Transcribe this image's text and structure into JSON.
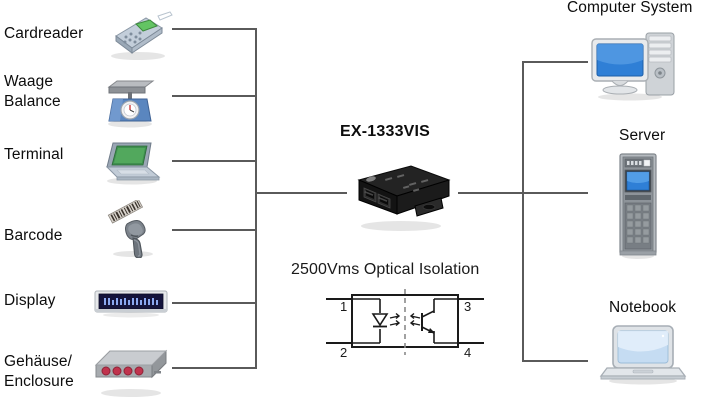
{
  "diagram": {
    "type": "connection-diagram",
    "center_device": {
      "title": "EX-1333VIS",
      "icon": "serial-interface-box-icon"
    },
    "isolation": {
      "title": "2500Vms Optical Isolation",
      "schematic": "optocoupler-icon",
      "pins": [
        "1",
        "2",
        "3",
        "4"
      ],
      "left_component": "led-icon",
      "right_component": "phototransistor-icon",
      "barrier": "dashed-isolation-line"
    },
    "peripherals": [
      {
        "label": "Cardreader",
        "icon": "card-reader-icon"
      },
      {
        "label": "Waage\nBalance",
        "icon": "scale-balance-icon"
      },
      {
        "label": "Terminal",
        "icon": "terminal-laptop-icon"
      },
      {
        "label": "Barcode",
        "icon": "barcode-scanner-icon"
      },
      {
        "label": "Display",
        "icon": "led-display-icon"
      },
      {
        "label": "Gehäuse/\nEnclosure",
        "icon": "enclosure-box-icon"
      }
    ],
    "hosts": [
      {
        "label": "Computer System",
        "icon": "desktop-computer-icon"
      },
      {
        "label": "Server",
        "icon": "server-rack-icon"
      },
      {
        "label": "Notebook",
        "icon": "notebook-laptop-icon"
      }
    ],
    "colors": {
      "line": "#5a5a5a",
      "text": "#0d0d0d",
      "background": "#ffffff",
      "device_body": "#1c1c1c",
      "screen_blue": "#2f7fd6",
      "screen_green": "#4fa24f",
      "display_panel": "#14143c",
      "display_text": "#8aa8f0",
      "enclosure_port": "#c0334d",
      "scale_body": "#5a86bf"
    }
  }
}
